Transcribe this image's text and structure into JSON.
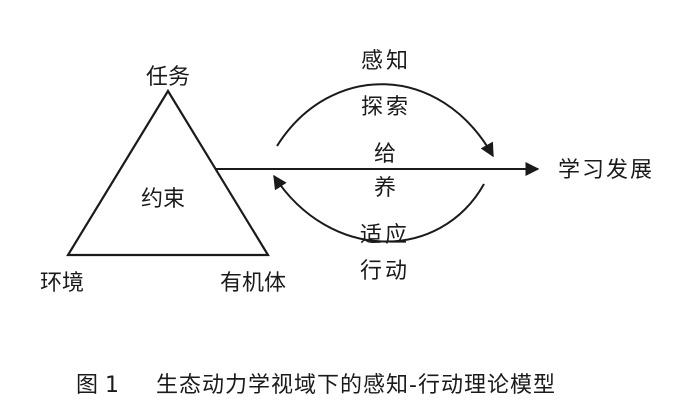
{
  "diagram": {
    "triangle": {
      "top": "任务",
      "center": "约束",
      "bottom_left": "环境",
      "bottom_right": "有机体"
    },
    "upper_arc": {
      "line1": "感知",
      "line2": "探索"
    },
    "lower_arc": {
      "line1": "适应",
      "line2": "行动"
    },
    "center_arrow": {
      "line1": "给",
      "line2": "养",
      "target": "学习发展"
    }
  },
  "caption": {
    "label": "图 1",
    "title": "生态动力学视域下的感知-行动理论模型"
  }
}
